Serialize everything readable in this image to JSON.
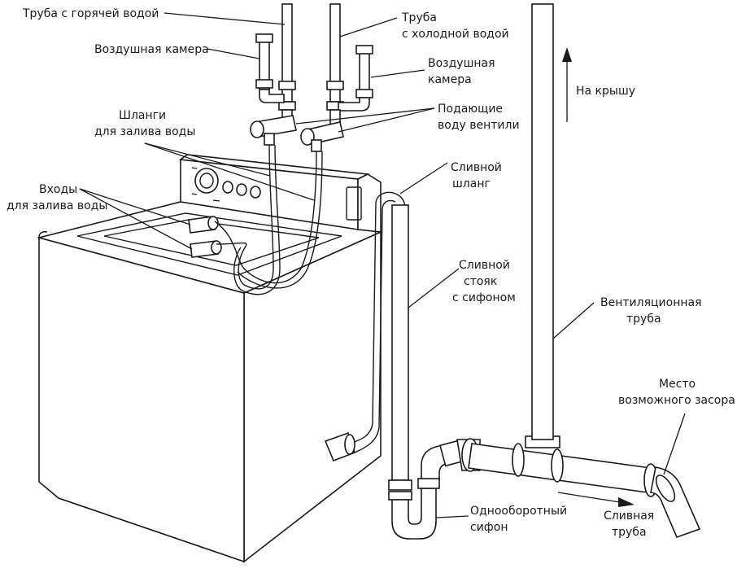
{
  "labels": {
    "hot_pipe": "Труба с горячей водой",
    "cold_pipe_1": "Труба",
    "cold_pipe_2": "с холодной водой",
    "air_chamber_left": "Воздушная камера",
    "air_chamber_right_1": "Воздушная",
    "air_chamber_right_2": "камера",
    "to_roof": "На крышу",
    "supply_valves_1": "Подающие",
    "supply_valves_2": "воду вентили",
    "fill_hoses_1": "Шланги",
    "fill_hoses_2": "для залива воды",
    "drain_hose_1": "Сливной",
    "drain_hose_2": "шланг",
    "inlets_1": "Входы",
    "inlets_2": "для залива воды",
    "standpipe_1": "Сливной",
    "standpipe_2": "стояк",
    "standpipe_3": "с сифоном",
    "vent_pipe_1": "Вентиляционная",
    "vent_pipe_2": "труба",
    "clog_1": "Место",
    "clog_2": "возможного засора",
    "trap_1": "Однооборотный",
    "trap_2": "сифон",
    "drain_pipe_1": "Сливная",
    "drain_pipe_2": "труба"
  }
}
